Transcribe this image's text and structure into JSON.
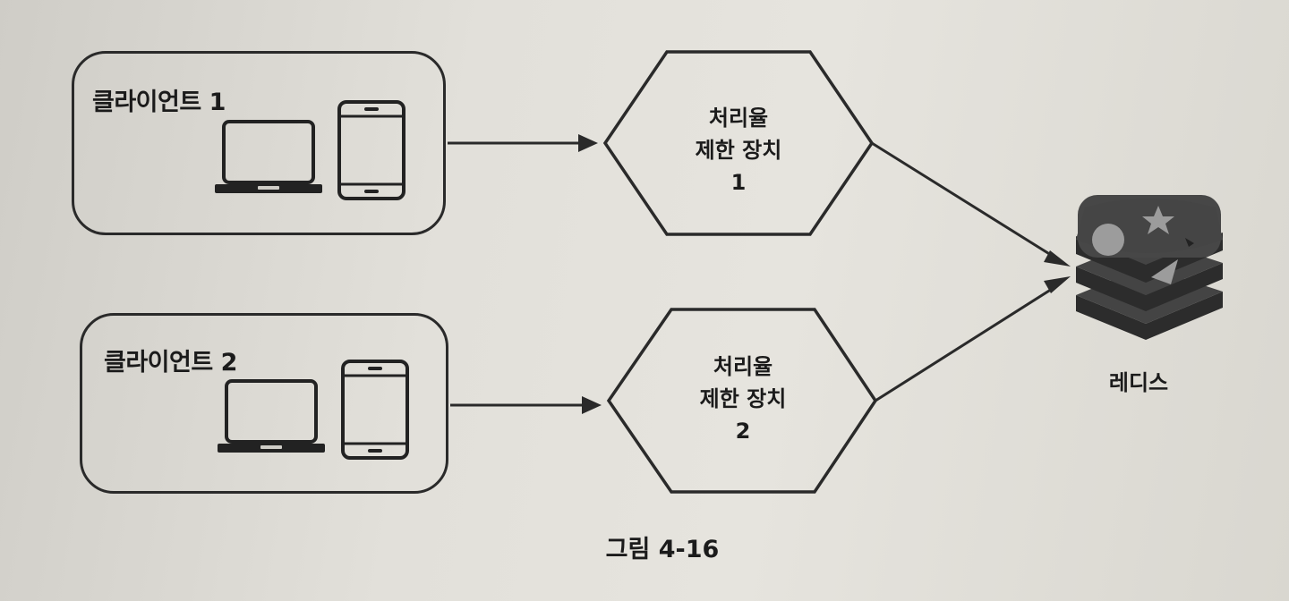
{
  "clients": [
    {
      "label": "클라이언트 1"
    },
    {
      "label": "클라이언트 2"
    }
  ],
  "rate_limiters": [
    {
      "line1": "처리율",
      "line2": "제한 장치",
      "line3": "1"
    },
    {
      "line1": "처리율",
      "line2": "제한 장치",
      "line3": "2"
    }
  ],
  "redis": {
    "label": "레디스"
  },
  "caption": "그림 4-16",
  "colors": {
    "stroke": "#2a2a2a",
    "redis_body": "#3f3f3f",
    "redis_shape": "#9a9a9a"
  },
  "icons": {
    "laptop": "laptop-icon",
    "phone": "smartphone-icon",
    "redis": "redis-logo-icon"
  }
}
